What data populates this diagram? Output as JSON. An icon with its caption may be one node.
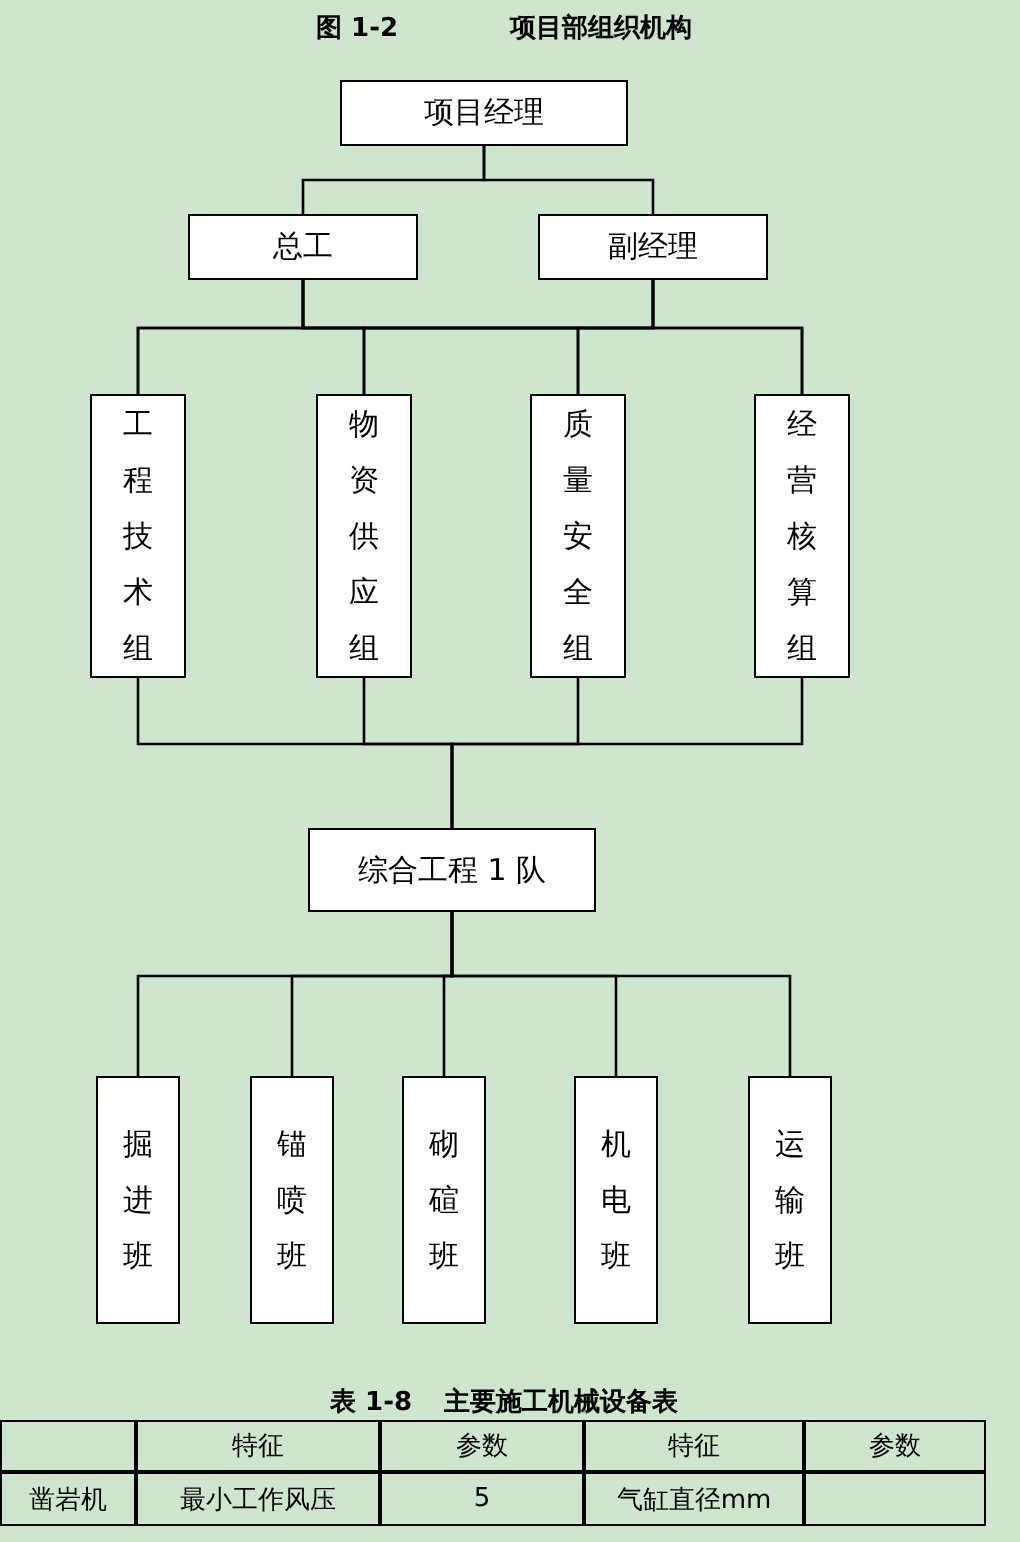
{
  "diagram": {
    "nodes": [
      {
        "text": [
          "项目经理"
        ]
      },
      {
        "text": [
          "总工"
        ]
      },
      {
        "text": [
          "副经理"
        ]
      },
      {
        "text": [
          "工程技术组"
        ]
      },
      {
        "text": [
          "物资供应组"
        ]
      },
      {
        "text": [
          "质量安全组"
        ]
      },
      {
        "text": [
          "经营核算组"
        ]
      },
      {
        "text": [
          "综合工程 1 队"
        ]
      },
      {
        "text": [
          "掘进班"
        ]
      },
      {
        "text": [
          "锚喷班"
        ]
      },
      {
        "text": [
          "砌碹班"
        ]
      },
      {
        "text": [
          "机电班"
        ]
      },
      {
        "text": [
          "运输班"
        ]
      }
    ],
    "edges": [
      {
        "from": 0,
        "to": 1,
        "arrow": "none"
      },
      {
        "from": 0,
        "to": 2,
        "arrow": "none"
      },
      {
        "from": 1,
        "to": 3,
        "arrow": "none"
      },
      {
        "from": 1,
        "to": 4,
        "arrow": "none"
      },
      {
        "from": 1,
        "to": 5,
        "arrow": "none"
      },
      {
        "from": 1,
        "to": 6,
        "arrow": "none"
      },
      {
        "from": 2,
        "to": 3,
        "arrow": "none"
      },
      {
        "from": 2,
        "to": 4,
        "arrow": "none"
      },
      {
        "from": 2,
        "to": 5,
        "arrow": "none"
      },
      {
        "from": 2,
        "to": 6,
        "arrow": "none"
      },
      {
        "from": 3,
        "to": 7,
        "arrow": "none"
      },
      {
        "from": 4,
        "to": 7,
        "arrow": "none"
      },
      {
        "from": 5,
        "to": 7,
        "arrow": "none"
      },
      {
        "from": 6,
        "to": 7,
        "arrow": "none"
      },
      {
        "from": 7,
        "to": 8,
        "arrow": "none"
      },
      {
        "from": 7,
        "to": 9,
        "arrow": "none"
      },
      {
        "from": 7,
        "to": 10,
        "arrow": "none"
      },
      {
        "from": 7,
        "to": 11,
        "arrow": "none"
      },
      {
        "from": 7,
        "to": 12,
        "arrow": "none"
      }
    ],
    "labels": [
      "图 1-2",
      "项目部组织机构",
      "表 1-8",
      "主要施工机械设备表",
      "特征",
      "参数",
      "特征",
      "参数",
      "凿岩机",
      "最小工作风压",
      "5",
      "气缸直径mm"
    ]
  }
}
